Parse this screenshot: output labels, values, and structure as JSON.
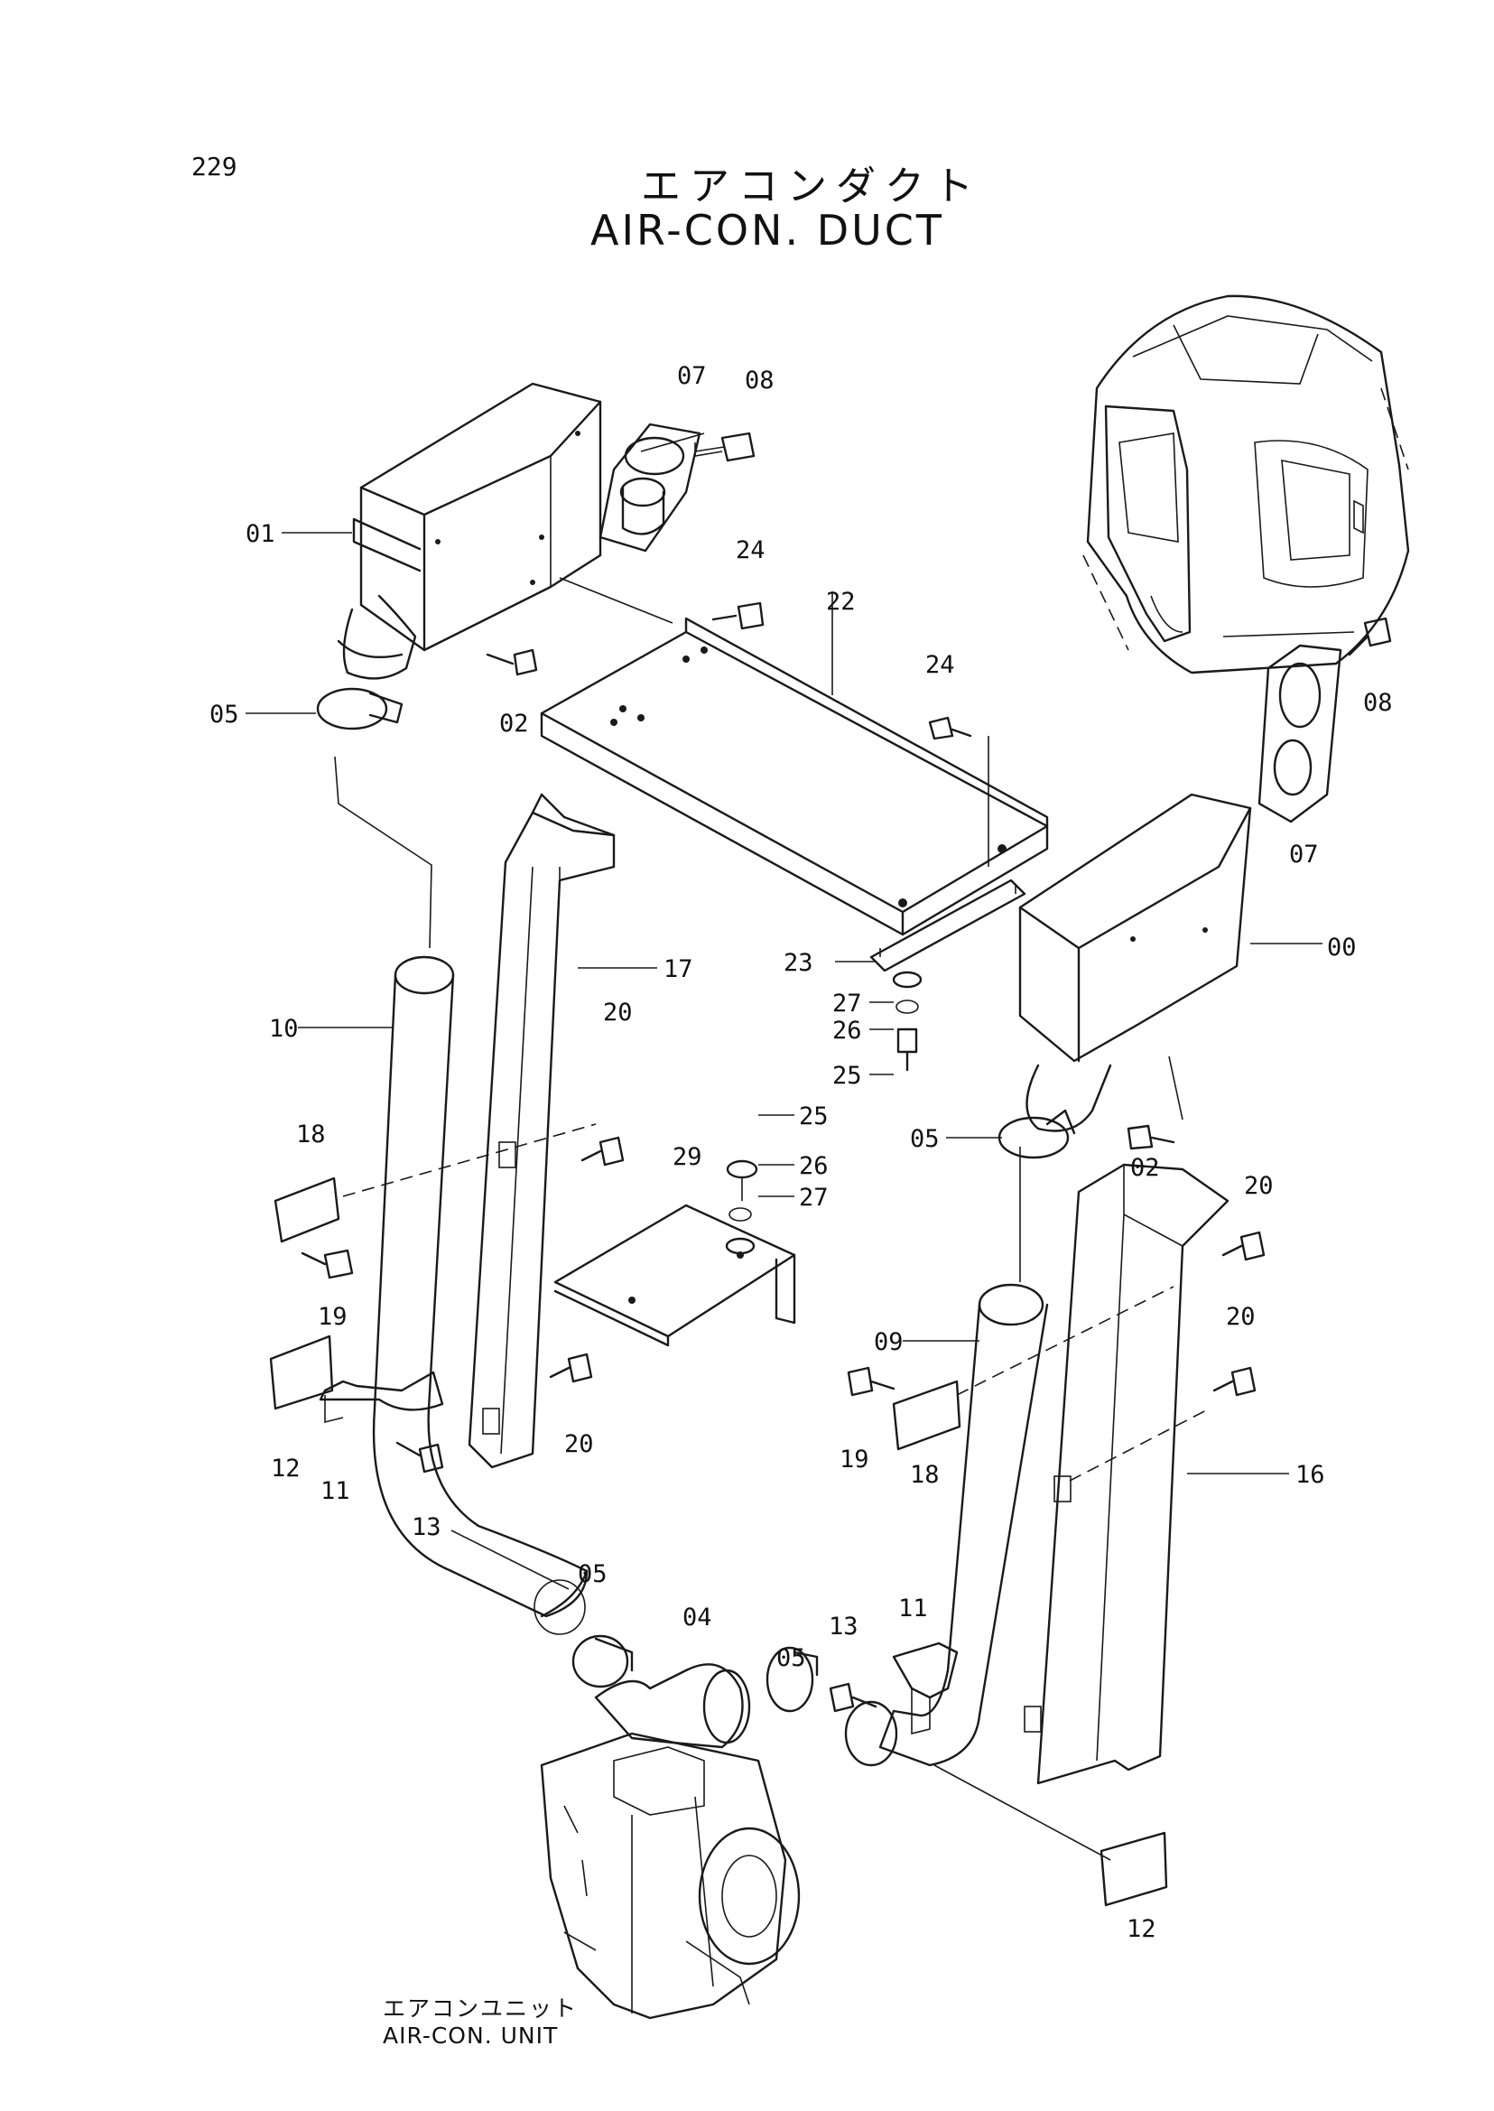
{
  "page": {
    "number": "229"
  },
  "title": {
    "japanese": "エアコンダクト",
    "english": "AIR-CON. DUCT"
  },
  "unit_caption": {
    "japanese": "エアコンユニット",
    "english": "AIR-CON. UNIT"
  },
  "callouts": [
    "07",
    "08",
    "01",
    "24",
    "22",
    "05",
    "02",
    "24",
    "08",
    "17",
    "07",
    "10",
    "00",
    "23",
    "27",
    "26",
    "20",
    "25",
    "18",
    "25",
    "29",
    "26",
    "27",
    "05",
    "02",
    "20",
    "19",
    "09",
    "20",
    "19",
    "12",
    "11",
    "20",
    "18",
    "16",
    "13",
    "05",
    "04",
    "13",
    "11",
    "05",
    "12"
  ]
}
